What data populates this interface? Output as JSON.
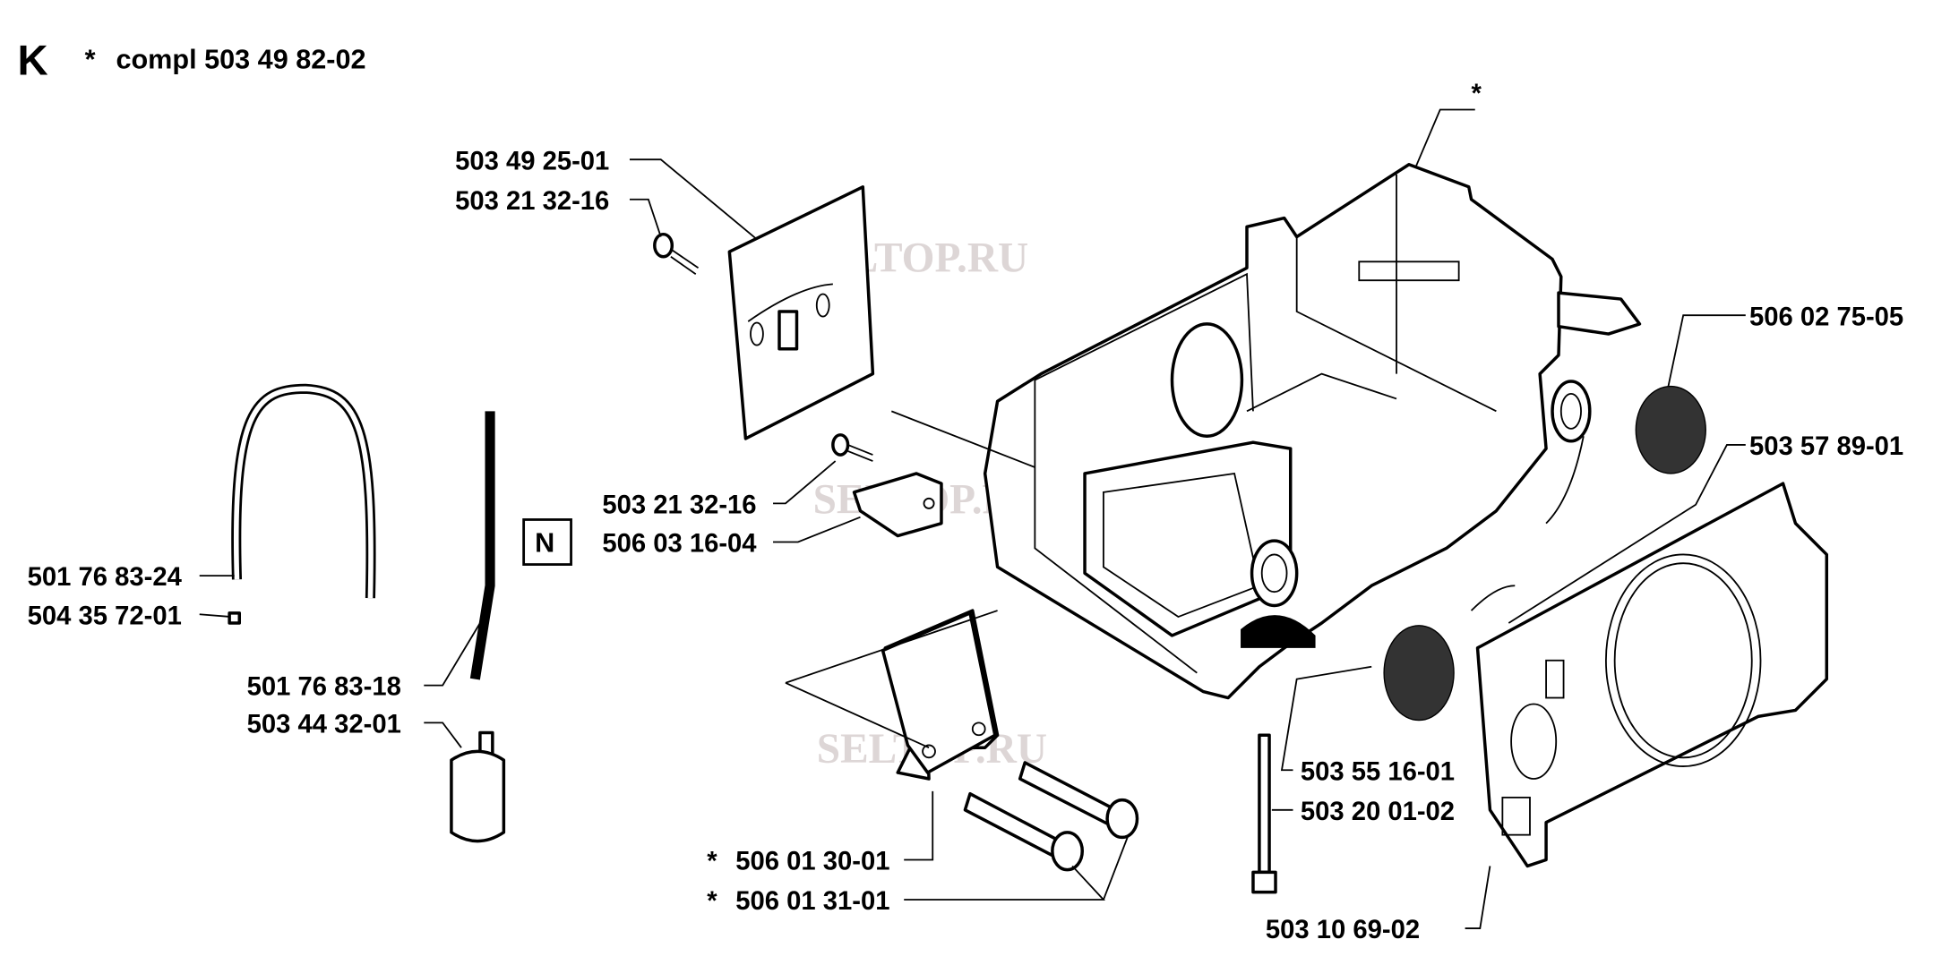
{
  "header": {
    "section_letter": "K",
    "asterisk": "*",
    "assembly_label": "compl 503 49 82-02"
  },
  "callouts": {
    "housing_star": "*",
    "bar_plate": "503 49 25-01",
    "bar_plate_screw": "503 21 32-16",
    "oil_pump_cover": "506 02 75-05",
    "spring": "503 57 89-01",
    "bracket_screw": "503 21 32-16",
    "bracket": "506 03 16-04",
    "n_marker": "N",
    "hose": "501 76 83-24",
    "hose_fitting": "504 35 72-01",
    "fuel_hose": "501 76 83-18",
    "filter": "503 44 32-01",
    "rubber_buffer": "503 55 16-01",
    "long_screw": "503 20 01-02",
    "cover": "503 10 69-02",
    "bar_bolt_plate": {
      "mark": "*",
      "part": "506 01 30-01"
    },
    "bar_bolt": {
      "mark": "*",
      "part": "506 01 31-01"
    }
  },
  "watermark": "SELTOP.RU"
}
